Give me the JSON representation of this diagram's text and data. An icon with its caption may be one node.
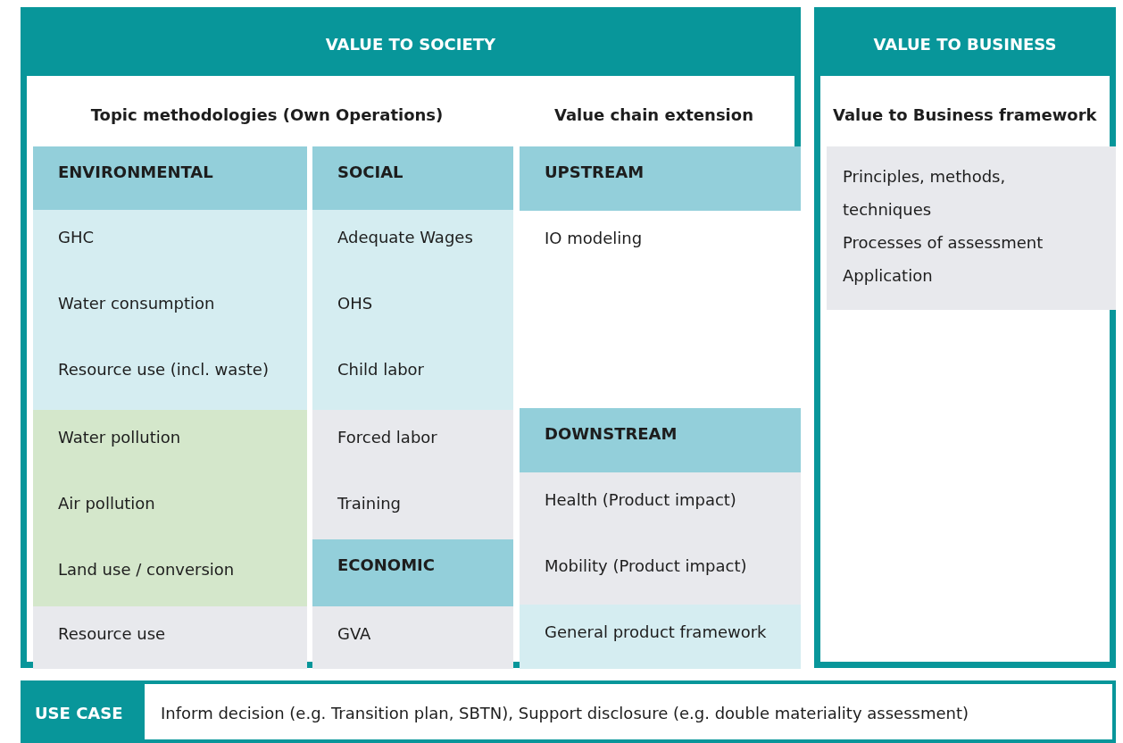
{
  "diagram": {
    "nodes": [
      {
        "text": [
          "VALUE TO SOCIETY",
          "Topic methodologies (Own Operations)",
          "Value chain extension"
        ]
      },
      {
        "text": [
          "ENVIRONMENTAL"
        ],
        "in": 0
      },
      {
        "text": [
          "GHC",
          "Water consumption",
          "Resource use (incl. waste)"
        ],
        "in": 0
      },
      {
        "text": [
          "Water pollution",
          "Air pollution",
          "Land use / conversion"
        ],
        "in": 0
      },
      {
        "text": [
          "Resource use"
        ],
        "in": 0
      },
      {
        "text": [
          "SOCIAL"
        ],
        "in": 0
      },
      {
        "text": [
          "Adequate Wages",
          "OHS",
          "Child labor"
        ],
        "in": 0
      },
      {
        "text": [
          "Forced labor",
          "Training"
        ],
        "in": 0
      },
      {
        "text": [
          "ECONOMIC"
        ],
        "in": 0
      },
      {
        "text": [
          "GVA"
        ],
        "in": 0
      },
      {
        "text": [
          "UPSTREAM"
        ],
        "in": 0
      },
      {
        "text": [
          "IO modeling"
        ],
        "in": 0
      },
      {
        "text": [
          "DOWNSTREAM"
        ],
        "in": 0
      },
      {
        "text": [
          "Health (Product impact)",
          "Mobility (Product impact)"
        ],
        "in": 0
      },
      {
        "text": [
          "General product framework"
        ],
        "in": 0
      },
      {
        "text": [
          "VALUE TO BUSINESS",
          "Value to Business framework"
        ]
      },
      {
        "text": [
          "Principles, methods, techniques",
          "Processes of assessment",
          "Application"
        ],
        "in": 15
      },
      {
        "text": [
          "USE CASE",
          "Inform decision (e.g. Transition plan, SBTN), Support disclosure (e.g. double materiality assessment)"
        ]
      }
    ],
    "edges": []
  }
}
